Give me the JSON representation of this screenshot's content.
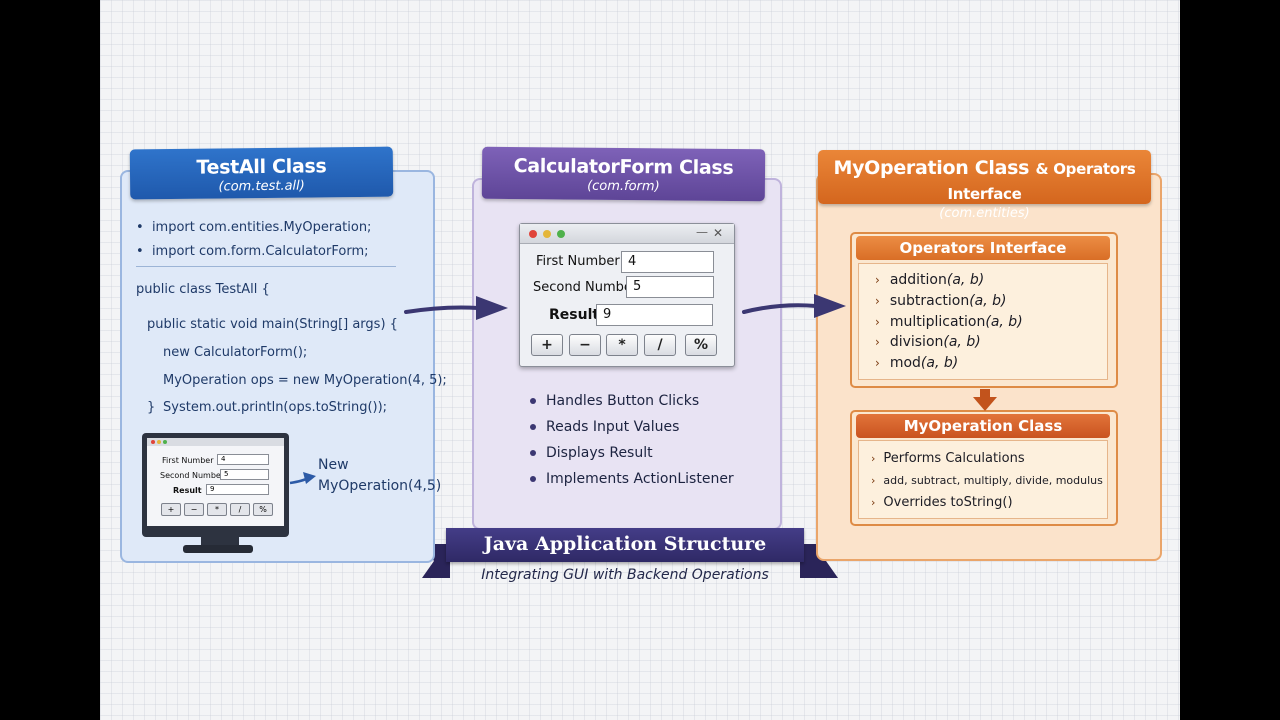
{
  "testall": {
    "title": "TestAll Class",
    "package": "(com.test.all)",
    "imports": [
      {
        "prefix": "import ",
        "name": "com.entities.MyOperation;"
      },
      {
        "prefix": "import ",
        "name": "com.form.CalculatorForm;"
      }
    ],
    "code": [
      "public class TestAll {",
      "public static void main(String[] args) {",
      "new CalculatorForm();",
      "MyOperation ops = new MyOperation(4, 5);",
      "System.out.println(ops.toString());",
      "}"
    ],
    "new_label": "New",
    "new_call": "MyOperation(4,5)",
    "monitor": {
      "first_label": "First Number",
      "first_value": "4",
      "second_label": "Second Number",
      "second_value": "5",
      "result_label": "Result",
      "result_value": "9"
    }
  },
  "calculatorform": {
    "title": "CalculatorForm Class",
    "package": "(com.form)",
    "window": {
      "controls": [
        "—",
        "✕"
      ],
      "first_label": "First Number",
      "first_value": "4",
      "second_label": "Second Number",
      "second_value": "5",
      "result_label": "Result",
      "result_value": "9",
      "buttons": [
        "+",
        "−",
        "*",
        "/",
        "%"
      ]
    },
    "features": [
      "Handles Button Clicks",
      "Reads Input Values",
      "Displays Result",
      "Implements ActionListener"
    ]
  },
  "myoperation": {
    "title_main": "MyOperation Class",
    "title_rest": "& Operators Interface",
    "package": "(com.entities)",
    "operators_interface": {
      "title": "Operators Interface",
      "methods": [
        "addition",
        "subtraction",
        "multiplication",
        "division",
        "mod"
      ],
      "params": "(a, b)"
    },
    "myoperation_class": {
      "title": "MyOperation Class",
      "items": [
        "Performs Calculations",
        "add, subtract, multiply, divide, modulus",
        "Overrides toString()"
      ]
    }
  },
  "footer": {
    "banner": "Java Application Structure",
    "subtitle": "Integrating GUI with Backend Operations"
  },
  "colors": {
    "blue": "#1f59ac",
    "purple": "#5e4597",
    "orange": "#d4661e",
    "navy": "#2f2966",
    "arrow": "#3b3772"
  }
}
